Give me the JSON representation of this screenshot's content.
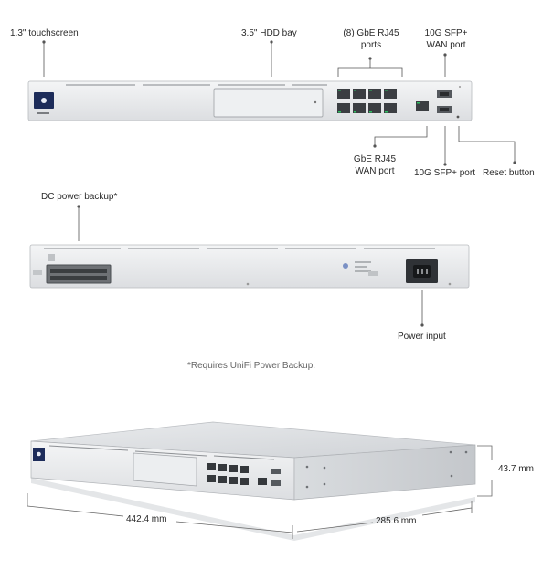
{
  "front": {
    "touchscreen": "1.3\" touchscreen",
    "hdd_bay": "3.5\" HDD bay",
    "rj45_ports": [
      "(8) GbE RJ45",
      "ports"
    ],
    "sfp_wan": [
      "10G SFP+",
      "WAN port"
    ],
    "gbe_wan": [
      "GbE RJ45",
      "WAN port"
    ],
    "sfp_port": "10G SFP+ port",
    "reset": "Reset button"
  },
  "rear": {
    "dc_backup": "DC power backup*",
    "power_input": "Power input",
    "footnote": "*Requires UniFi Power Backup."
  },
  "dimensions": {
    "width": "442.4 mm",
    "depth": "285.6 mm",
    "height": "43.7 mm"
  }
}
